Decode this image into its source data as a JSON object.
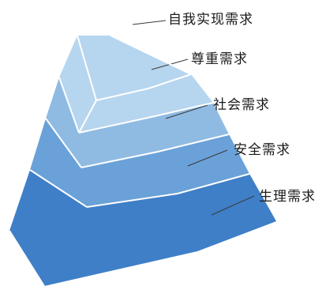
{
  "diagram": {
    "levels": [
      {
        "label": "自我实现需求",
        "front_color": "#d9ecf8",
        "side_color": "#cbe4f5"
      },
      {
        "label": "尊重需求",
        "front_color": "#b6d5ef",
        "side_color": "#a7cbea"
      },
      {
        "label": "社会需求",
        "front_color": "#8fbbe3",
        "side_color": "#7eb0de"
      },
      {
        "label": "安全需求",
        "front_color": "#6aa1d8",
        "side_color": "#5a95d1"
      },
      {
        "label": "生理需求",
        "front_color": "#3f7fc8",
        "side_color": "#2f6fbb"
      }
    ]
  }
}
